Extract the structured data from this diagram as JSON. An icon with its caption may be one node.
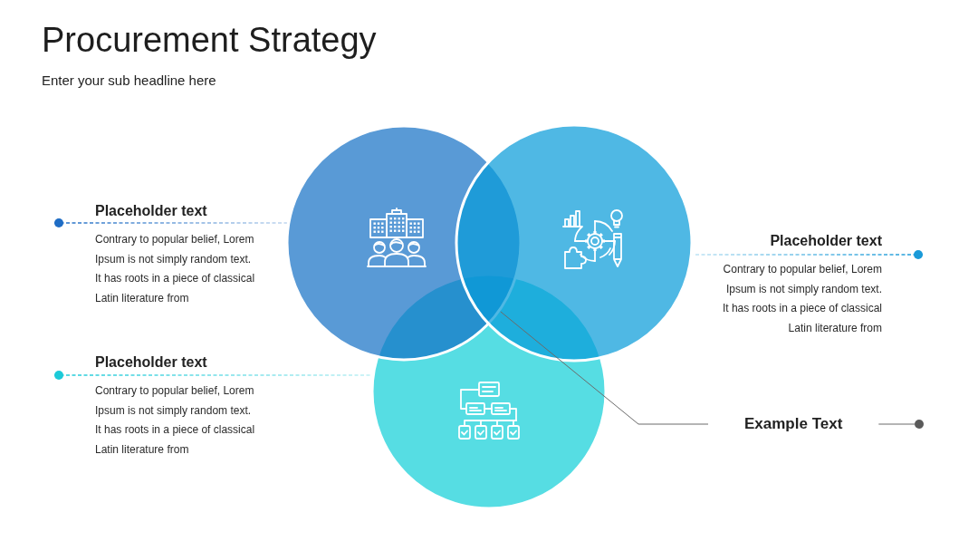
{
  "diagram": {
    "title": "Procurement Strategy",
    "nodes": [
      {
        "text": [
          "Placeholder text",
          "Contrary to popular belief, Lorem Ipsum is not simply random text. It has roots in a piece of classical Latin literature from"
        ]
      },
      {
        "text": [],
        "shape": "circle"
      },
      {
        "text": [],
        "shape": "circle"
      },
      {
        "text": [
          "Placeholder text",
          "Contrary to popular belief, Lorem Ipsum is not simply random text. It has roots in a piece of classical Latin literature from"
        ]
      },
      {
        "text": [
          "Placeholder text",
          "Contrary to popular belief, Lorem Ipsum is not simply random text. It has roots in a piece of classical Latin literature from"
        ]
      },
      {
        "text": [],
        "shape": "circle"
      },
      {
        "text": [
          "Example Text"
        ]
      },
      {
        "text": [],
        "shape": "circle"
      }
    ],
    "edges": [
      {
        "from": 0,
        "to": 1,
        "arrow": "none",
        "style": "dashed",
        "color": "#1f6dc5"
      },
      {
        "from": 3,
        "to": 2,
        "arrow": "none",
        "style": "dashed",
        "color": "#1a9ad8"
      },
      {
        "from": 4,
        "to": 5,
        "arrow": "none",
        "style": "dashed",
        "color": "#1ccad8"
      },
      {
        "from": 6,
        "to": 1,
        "arrow": "none"
      },
      {
        "from": 7,
        "to": 6,
        "arrow": "none"
      }
    ],
    "labels": [
      "Enter your sub headline here"
    ]
  }
}
